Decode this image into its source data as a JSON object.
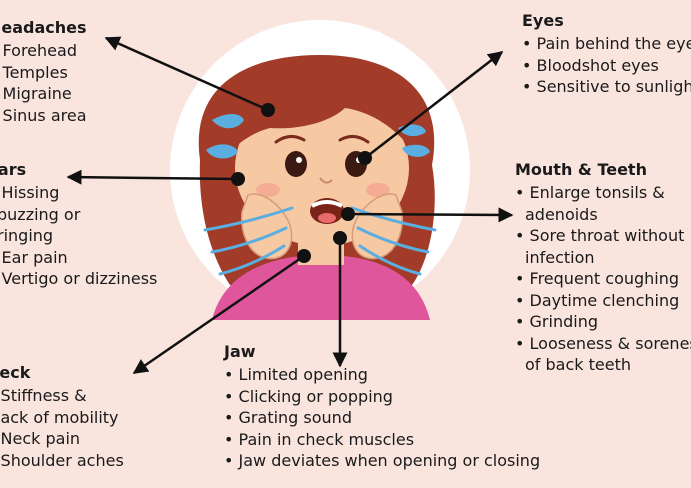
{
  "groups": {
    "headaches": {
      "title": "Headaches",
      "items": [
        "Forehead",
        "Temples",
        "Migraine",
        "Sinus area"
      ]
    },
    "eyes": {
      "title": "Eyes",
      "items": [
        "Pain behind the eyes",
        "Bloodshot eyes",
        "Sensitive to sunlight"
      ]
    },
    "ears": {
      "title": "Ears",
      "items": [
        "Hissing",
        "buzzing or",
        "ringing",
        "Ear pain",
        "Vertigo or dizziness"
      ]
    },
    "mouth": {
      "title": "Mouth & Teeth",
      "items": [
        "Enlarge tonsils &",
        "adenoids",
        "Sore throat without",
        "infection",
        "Frequent coughing",
        "Daytime clenching",
        "Grinding",
        "Looseness & soreness",
        "of back teeth"
      ]
    },
    "neck": {
      "title": "Neck",
      "items": [
        "Stiffness &",
        "lack of mobility",
        "Neck pain",
        "Shoulder aches"
      ]
    },
    "jaw": {
      "title": "Jaw",
      "items": [
        "Limited opening",
        "Clicking or popping",
        "Grating sound",
        "Pain in check muscles",
        "Jaw deviates when opening or closing"
      ]
    }
  },
  "colors": {
    "background": "#f9e4de",
    "hair": "#a23c29",
    "skin": "#f7c9a3",
    "shirt": "#e0569c",
    "tears": "#5aaee0",
    "arrows": "#111111"
  }
}
